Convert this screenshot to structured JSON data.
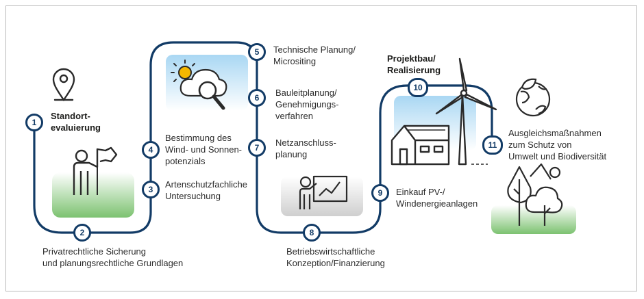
{
  "colors": {
    "path": "#123b66",
    "icon": "#2a2a2a",
    "green": "#7cc270",
    "sky": "#a9d7f3",
    "gray": "#d8d8d8",
    "sun": "#f5b800"
  },
  "steps": [
    {
      "number": "1",
      "label": "Standort-\nevaluierung"
    },
    {
      "number": "2",
      "label": "Privatrechtliche Sicherung\nund planungsrechtliche Grundlagen"
    },
    {
      "number": "3",
      "label": "Artenschutzfachliche\nUntersuchung"
    },
    {
      "number": "4",
      "label": "Bestimmung des\nWind- und Sonnen-\npotenzials"
    },
    {
      "number": "5",
      "label": "Technische Planung/\nMicrositing"
    },
    {
      "number": "6",
      "label": "Bauleitplanung/\nGenehmigungs-\nverfahren"
    },
    {
      "number": "7",
      "label": "Netzanschluss-\nplanung"
    },
    {
      "number": "8",
      "label": "Betriebswirtschaftliche\nKonzeption/Finanzierung"
    },
    {
      "number": "9",
      "label": "Einkauf PV-/\nWindenergieanlagen"
    },
    {
      "number": "10",
      "label": "Projektbau/\nRealisierung"
    },
    {
      "number": "11",
      "label": "Ausgleichsmaßnahmen\nzum Schutz von\nUmwelt und Biodiversität"
    }
  ],
  "icons": {
    "location": "map-pin-icon",
    "flag_person": "person-with-flag-icon",
    "weather": "sun-cloud-magnifier-icon",
    "presentation": "presenter-chart-icon",
    "construction": "house-wind-turbine-icon",
    "globe": "globe-leaf-icon",
    "trees": "trees-icon"
  }
}
